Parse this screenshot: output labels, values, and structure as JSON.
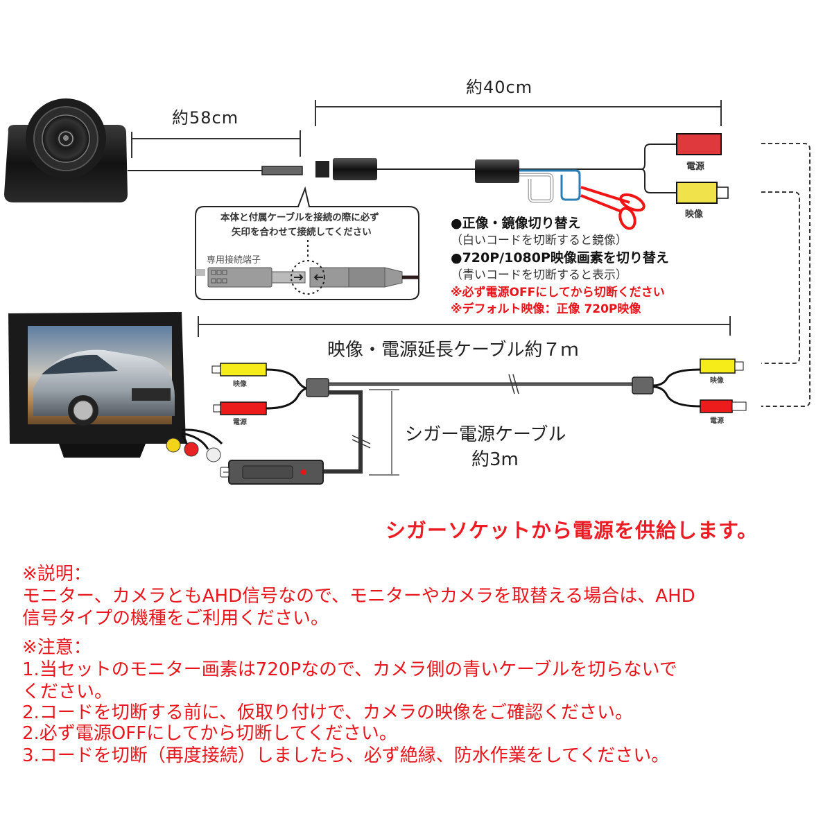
{
  "dimensions": {
    "camera_cable": "約58cm",
    "switch_cable": "約40cm",
    "extension_cable": "映像・電源延長ケーブル約７ｍ",
    "cigar_cable_name": "シガー電源ケーブル",
    "cigar_cable_length": "約3m"
  },
  "connectors": {
    "power": "電源",
    "video": "映像"
  },
  "callout": {
    "line1": "本体と付属ケーブルを接続の際に必ず",
    "line2": "矢印を合わせて接続してください",
    "terminal_label": "専用接続端子"
  },
  "switch_notes": [
    {
      "text": "●正像・鏡像切り替え",
      "style": "bold"
    },
    {
      "text": "（白いコードを切断すると鏡像）",
      "style": "normal"
    },
    {
      "text": "●720P/1080P映像画素を切り替え",
      "style": "bold"
    },
    {
      "text": "（青いコードを切断すると表示）",
      "style": "normal"
    },
    {
      "text": "※必ず電源OFFにしてから切断ください",
      "style": "red"
    },
    {
      "text": "※デフォルト映像：正像 720P映像",
      "style": "red"
    }
  ],
  "headline": "シガーソケットから電源を供給します。",
  "explanation": {
    "heading": "※説明：",
    "lines": [
      "モニター、カメラともAHD信号なので、モニターやカメラを取替える場合は、AHD",
      "信号タイプの機種をご利用ください。"
    ]
  },
  "caution": {
    "heading": "※注意：",
    "lines": [
      "1.当セットのモニター画素は720Pなので、カメラ側の青いケーブルを切らないで",
      "ください。",
      "2.コードを切断する前に、仮取り付けで、カメラの映像をご確認ください。",
      "2.必ず電源OFFにしてから切断してください。",
      "3.コードを切断（再度接続）しましたら、必ず絶縁、防水作業をしてください。"
    ]
  },
  "colors": {
    "red_plug": "#e8262c",
    "yellow_plug": "#f5e51c",
    "blue_wire": "#2a7db5",
    "scissors": "#f01414",
    "note_red": "#e8161c"
  }
}
